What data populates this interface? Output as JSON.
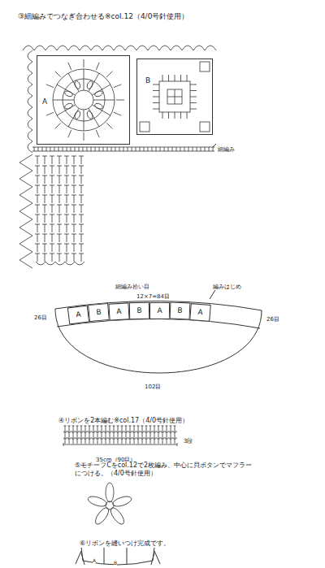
{
  "diagram": {
    "nodes": [
      {
        "text": [
          "A"
        ]
      },
      {
        "text": [
          "B"
        ]
      },
      {
        "text": [
          "A"
        ]
      },
      {
        "text": [
          "B"
        ]
      },
      {
        "text": [
          "A"
        ]
      },
      {
        "text": [
          "B"
        ]
      },
      {
        "text": [
          "A"
        ]
      },
      {
        "text": [
          "B"
        ]
      },
      {
        "text": [
          "A"
        ]
      }
    ],
    "labels": [
      "③細編みでつなぎ合わせる※col.12（4/0号針使用）",
      "細編み",
      "細編み拾い目",
      "編みはじめ",
      "12×7=84目",
      "26目",
      "26目",
      "102目",
      "④リボンを2本編む※col.17（4/0号針使用）",
      "3段",
      "35cm（90目）",
      "⑤モチーフCをcol.12で2枚編み、中心に貝ボタンでマフラーにつける。（4/0号針使用）",
      "⑥リボンを縫いつけ完成です。",
      "A",
      "B"
    ]
  }
}
